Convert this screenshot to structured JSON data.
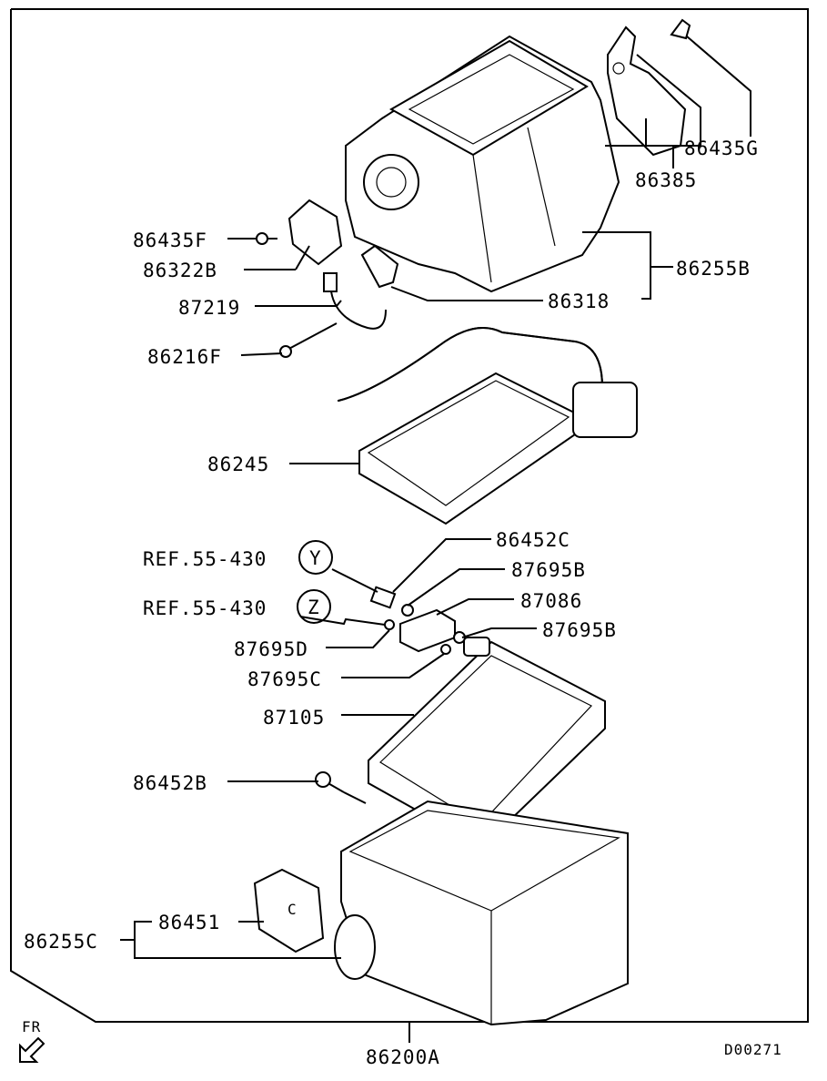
{
  "diagram": {
    "code": "D00271",
    "direction_label": "FR",
    "assembly": "86200A",
    "parts": [
      {
        "id": "86435G"
      },
      {
        "id": "86385"
      },
      {
        "id": "86435F"
      },
      {
        "id": "86322B"
      },
      {
        "id": "86255B"
      },
      {
        "id": "87219"
      },
      {
        "id": "86318"
      },
      {
        "id": "86216F"
      },
      {
        "id": "86245"
      },
      {
        "id": "86452C"
      },
      {
        "id": "87695B"
      },
      {
        "id": "87086"
      },
      {
        "id": "87695D"
      },
      {
        "id": "87695B"
      },
      {
        "id": "87695C"
      },
      {
        "id": "87105"
      },
      {
        "id": "86452B"
      },
      {
        "id": "86451"
      },
      {
        "id": "86255C"
      }
    ],
    "references": [
      {
        "text": "REF.55-430",
        "marker": "Y"
      },
      {
        "text": "REF.55-430",
        "marker": "Z"
      }
    ],
    "filter_marker": "C"
  }
}
